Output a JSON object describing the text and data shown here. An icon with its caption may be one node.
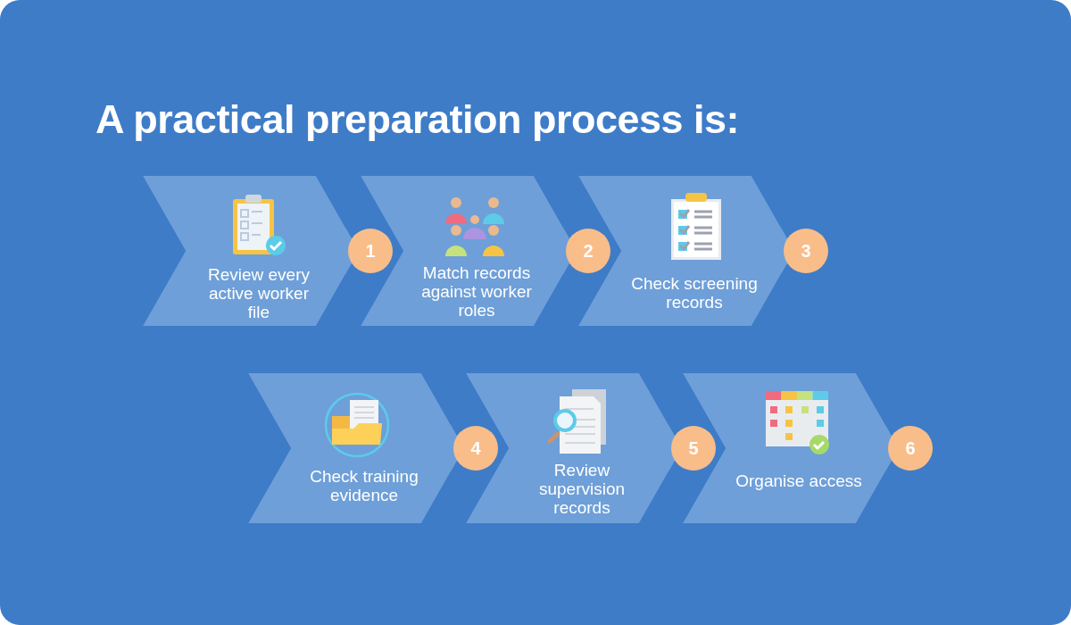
{
  "diagram": {
    "title": "A practical preparation process is:",
    "nodes": [
      {
        "text": [
          "Review every active worker file",
          "1"
        ]
      },
      {
        "text": [
          "Match records against worker roles",
          "2"
        ]
      },
      {
        "text": [
          "Check screening records",
          "3"
        ]
      },
      {
        "text": [
          "Check training evidence",
          "4"
        ]
      },
      {
        "text": [
          "Review supervision records",
          "5"
        ]
      },
      {
        "text": [
          "Organise access",
          "6"
        ]
      }
    ]
  }
}
